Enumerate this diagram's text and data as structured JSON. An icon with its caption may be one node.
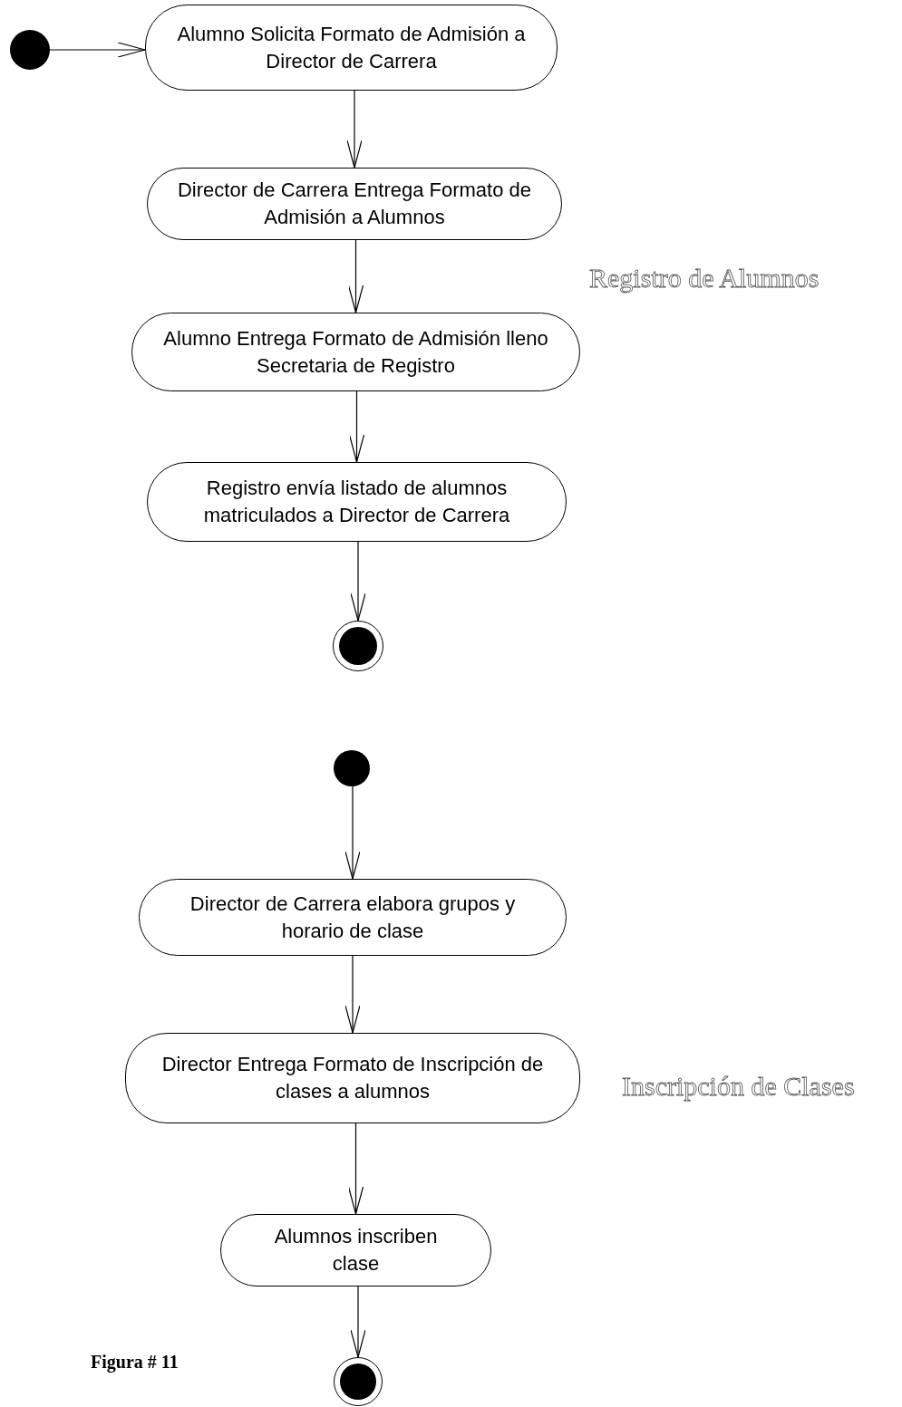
{
  "diagram": {
    "nodes": [
      {
        "text": [],
        "shape": "circle"
      },
      {
        "text": [
          "Alumno Solicita Formato de Admisión a Director de Carrera"
        ]
      },
      {
        "text": [
          "Director de Carrera Entrega Formato de Admisión a Alumnos"
        ]
      },
      {
        "text": [
          "Alumno Entrega Formato de Admisión lleno Secretaria de Registro"
        ]
      },
      {
        "text": [
          "Registro envía listado de alumnos matriculados a Director de Carrera"
        ]
      },
      {
        "text": [],
        "shape": "bullseye"
      },
      {
        "text": [],
        "shape": "circle"
      },
      {
        "text": [
          "Director de Carrera elabora grupos y horario de clase"
        ]
      },
      {
        "text": [
          "Director Entrega Formato de Inscripción de clases a alumnos"
        ]
      },
      {
        "text": [
          "Alumnos inscriben clase"
        ]
      },
      {
        "text": [],
        "shape": "bullseye"
      }
    ],
    "edges": [
      {
        "from": 0,
        "to": 1,
        "arrow": "to"
      },
      {
        "from": 1,
        "to": 2,
        "arrow": "to"
      },
      {
        "from": 2,
        "to": 3,
        "arrow": "to"
      },
      {
        "from": 3,
        "to": 4,
        "arrow": "to"
      },
      {
        "from": 4,
        "to": 5,
        "arrow": "to"
      },
      {
        "from": 6,
        "to": 7,
        "arrow": "to"
      },
      {
        "from": 7,
        "to": 8,
        "arrow": "to"
      },
      {
        "from": 8,
        "to": 9,
        "arrow": "to"
      },
      {
        "from": 9,
        "to": 10,
        "arrow": "to"
      }
    ],
    "labels": [
      "Registro de Alumnos",
      "Inscripción de Clases",
      "Figura # 11"
    ]
  }
}
